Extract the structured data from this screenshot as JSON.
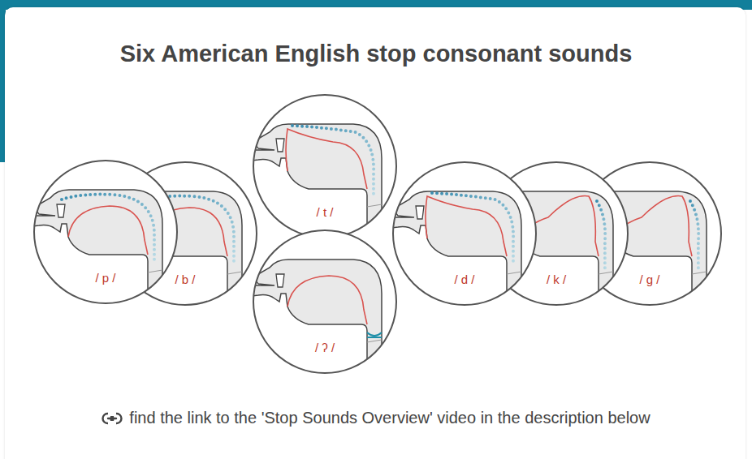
{
  "diagram": {
    "title": "Six American English stop consonant sounds",
    "caption": "find the link to the 'Stop Sounds Overview' video in the description below",
    "nodes": [
      {
        "text": [
          "/ p /"
        ]
      },
      {
        "text": [
          "/ b /"
        ]
      },
      {
        "text": [
          "/ t /"
        ]
      },
      {
        "text": [
          "/ ʔ /"
        ]
      },
      {
        "text": [
          "/ d /"
        ]
      },
      {
        "text": [
          "/ k /"
        ]
      },
      {
        "text": [
          "/ g /"
        ]
      }
    ]
  }
}
